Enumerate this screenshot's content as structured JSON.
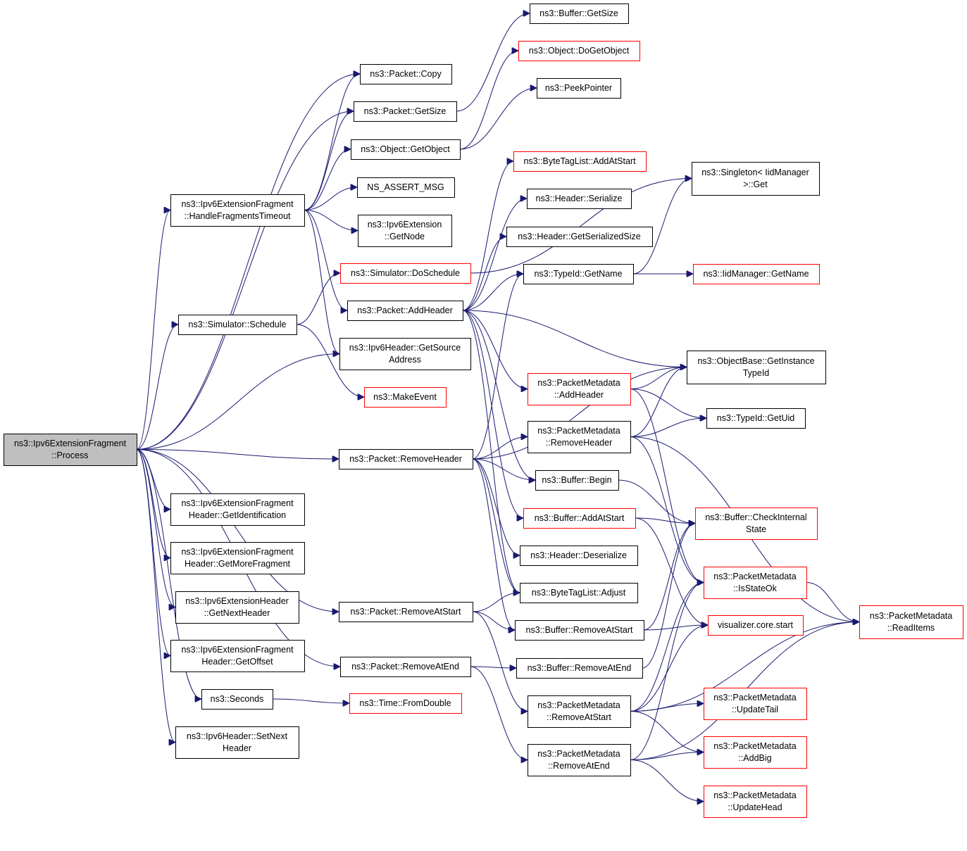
{
  "nodes": [
    {
      "id": "process",
      "lines": [
        "ns3::Ipv6ExtensionFragment",
        "::Process"
      ],
      "root": true
    },
    {
      "id": "buf_getsize",
      "lines": [
        "ns3::Buffer::GetSize"
      ]
    },
    {
      "id": "obj_dogetobject",
      "lines": [
        "ns3::Object::DoGetObject"
      ],
      "truncated": true
    },
    {
      "id": "pkt_copy",
      "lines": [
        "ns3::Packet::Copy"
      ]
    },
    {
      "id": "peekpointer",
      "lines": [
        "ns3::PeekPointer"
      ]
    },
    {
      "id": "pkt_getsize",
      "lines": [
        "ns3::Packet::GetSize"
      ]
    },
    {
      "id": "obj_getobject",
      "lines": [
        "ns3::Object::GetObject"
      ]
    },
    {
      "id": "btl_addatstart",
      "lines": [
        "ns3::ByteTagList::AddAtStart"
      ],
      "truncated": true
    },
    {
      "id": "singleton",
      "lines": [
        "ns3::Singleton< IidManager",
        ">::Get"
      ]
    },
    {
      "id": "assert",
      "lines": [
        "NS_ASSERT_MSG"
      ]
    },
    {
      "id": "hft",
      "lines": [
        "ns3::Ipv6ExtensionFragment",
        "::HandleFragmentsTimeout"
      ]
    },
    {
      "id": "hdr_serialize",
      "lines": [
        "ns3::Header::Serialize"
      ]
    },
    {
      "id": "ext_getnode",
      "lines": [
        "ns3::Ipv6Extension",
        "::GetNode"
      ]
    },
    {
      "id": "hdr_getsersize",
      "lines": [
        "ns3::Header::GetSerializedSize"
      ]
    },
    {
      "id": "sim_doschedule",
      "lines": [
        "ns3::Simulator::DoSchedule"
      ],
      "truncated": true
    },
    {
      "id": "typeid_getname",
      "lines": [
        "ns3::TypeId::GetName"
      ]
    },
    {
      "id": "iid_getname",
      "lines": [
        "ns3::IidManager::GetName"
      ],
      "truncated": true
    },
    {
      "id": "pkt_addheader",
      "lines": [
        "ns3::Packet::AddHeader"
      ]
    },
    {
      "id": "sim_schedule",
      "lines": [
        "ns3::Simulator::Schedule"
      ]
    },
    {
      "id": "ipv6h_getsrc",
      "lines": [
        "ns3::Ipv6Header::GetSource",
        "Address"
      ]
    },
    {
      "id": "objbase",
      "lines": [
        "ns3::ObjectBase::GetInstance",
        "TypeId"
      ]
    },
    {
      "id": "pm_addheader",
      "lines": [
        "ns3::PacketMetadata",
        "::AddHeader"
      ],
      "truncated": true
    },
    {
      "id": "makeevent",
      "lines": [
        "ns3::MakeEvent"
      ],
      "truncated": true
    },
    {
      "id": "typeid_getuid",
      "lines": [
        "ns3::TypeId::GetUid"
      ]
    },
    {
      "id": "pm_removeheader",
      "lines": [
        "ns3::PacketMetadata",
        "::RemoveHeader"
      ]
    },
    {
      "id": "pkt_removeheader",
      "lines": [
        "ns3::Packet::RemoveHeader"
      ]
    },
    {
      "id": "buf_begin",
      "lines": [
        "ns3::Buffer::Begin"
      ]
    },
    {
      "id": "frag_getid",
      "lines": [
        "ns3::Ipv6ExtensionFragment",
        "Header::GetIdentification"
      ]
    },
    {
      "id": "buf_addatstart",
      "lines": [
        "ns3::Buffer::AddAtStart"
      ],
      "truncated": true
    },
    {
      "id": "buf_checkinternal",
      "lines": [
        "ns3::Buffer::CheckInternal",
        "State"
      ],
      "truncated": true
    },
    {
      "id": "hdr_deserialize",
      "lines": [
        "ns3::Header::Deserialize"
      ]
    },
    {
      "id": "frag_getmore",
      "lines": [
        "ns3::Ipv6ExtensionFragment",
        "Header::GetMoreFragment"
      ]
    },
    {
      "id": "pm_isstateok",
      "lines": [
        "ns3::PacketMetadata",
        "::IsStateOk"
      ],
      "truncated": true
    },
    {
      "id": "btl_adjust",
      "lines": [
        "ns3::ByteTagList::Adjust"
      ]
    },
    {
      "id": "exthdr_getnext",
      "lines": [
        "ns3::Ipv6ExtensionHeader",
        "::GetNextHeader"
      ]
    },
    {
      "id": "pkt_removeatstart",
      "lines": [
        "ns3::Packet::RemoveAtStart"
      ]
    },
    {
      "id": "pm_readitems",
      "lines": [
        "ns3::PacketMetadata",
        "::ReadItems"
      ],
      "truncated": true
    },
    {
      "id": "buf_removeatstart",
      "lines": [
        "ns3::Buffer::RemoveAtStart"
      ]
    },
    {
      "id": "viz_start",
      "lines": [
        "visualizer.core.start"
      ],
      "truncated": true
    },
    {
      "id": "frag_getoffset",
      "lines": [
        "ns3::Ipv6ExtensionFragment",
        "Header::GetOffset"
      ]
    },
    {
      "id": "pkt_removeatend",
      "lines": [
        "ns3::Packet::RemoveAtEnd"
      ]
    },
    {
      "id": "buf_removeatend",
      "lines": [
        "ns3::Buffer::RemoveAtEnd"
      ]
    },
    {
      "id": "seconds",
      "lines": [
        "ns3::Seconds"
      ]
    },
    {
      "id": "time_fromdouble",
      "lines": [
        "ns3::Time::FromDouble"
      ],
      "truncated": true
    },
    {
      "id": "pm_removeatstart",
      "lines": [
        "ns3::PacketMetadata",
        "::RemoveAtStart"
      ]
    },
    {
      "id": "pm_updatetail",
      "lines": [
        "ns3::PacketMetadata",
        "::UpdateTail"
      ],
      "truncated": true
    },
    {
      "id": "ipv6h_setnext",
      "lines": [
        "ns3::Ipv6Header::SetNext",
        "Header"
      ]
    },
    {
      "id": "pm_addbig",
      "lines": [
        "ns3::PacketMetadata",
        "::AddBig"
      ],
      "truncated": true
    },
    {
      "id": "pm_removeatend",
      "lines": [
        "ns3::PacketMetadata",
        "::RemoveAtEnd"
      ]
    },
    {
      "id": "pm_updatehead",
      "lines": [
        "ns3::PacketMetadata",
        "::UpdateHead"
      ],
      "truncated": true
    }
  ],
  "edges": [
    [
      "process",
      "pkt_copy"
    ],
    [
      "process",
      "pkt_getsize"
    ],
    [
      "process",
      "hft"
    ],
    [
      "process",
      "sim_schedule"
    ],
    [
      "process",
      "ipv6h_getsrc"
    ],
    [
      "process",
      "pkt_removeheader"
    ],
    [
      "process",
      "frag_getid"
    ],
    [
      "process",
      "frag_getmore"
    ],
    [
      "process",
      "exthdr_getnext"
    ],
    [
      "process",
      "pkt_removeatstart"
    ],
    [
      "process",
      "frag_getoffset"
    ],
    [
      "process",
      "pkt_removeatend"
    ],
    [
      "process",
      "seconds"
    ],
    [
      "process",
      "ipv6h_setnext"
    ],
    [
      "hft",
      "pkt_copy"
    ],
    [
      "hft",
      "pkt_getsize"
    ],
    [
      "hft",
      "obj_getobject"
    ],
    [
      "hft",
      "assert"
    ],
    [
      "hft",
      "ext_getnode"
    ],
    [
      "hft",
      "pkt_addheader"
    ],
    [
      "hft",
      "ipv6h_getsrc"
    ],
    [
      "pkt_getsize",
      "buf_getsize"
    ],
    [
      "obj_getobject",
      "obj_dogetobject"
    ],
    [
      "obj_getobject",
      "peekpointer"
    ],
    [
      "sim_schedule",
      "sim_doschedule"
    ],
    [
      "sim_schedule",
      "makeevent"
    ],
    [
      "sim_doschedule",
      "singleton"
    ],
    [
      "pkt_addheader",
      "btl_addatstart"
    ],
    [
      "pkt_addheader",
      "hdr_serialize"
    ],
    [
      "pkt_addheader",
      "hdr_getsersize"
    ],
    [
      "pkt_addheader",
      "typeid_getname"
    ],
    [
      "pkt_addheader",
      "objbase"
    ],
    [
      "pkt_addheader",
      "pm_addheader"
    ],
    [
      "pkt_addheader",
      "buf_begin"
    ],
    [
      "pkt_addheader",
      "buf_addatstart"
    ],
    [
      "pkt_addheader",
      "btl_adjust"
    ],
    [
      "typeid_getname",
      "singleton"
    ],
    [
      "typeid_getname",
      "iid_getname"
    ],
    [
      "pm_addheader",
      "objbase"
    ],
    [
      "pm_addheader",
      "typeid_getuid"
    ],
    [
      "pm_addheader",
      "pm_isstateok"
    ],
    [
      "pkt_removeheader",
      "pm_removeheader"
    ],
    [
      "pkt_removeheader",
      "buf_begin"
    ],
    [
      "pkt_removeheader",
      "hdr_deserialize"
    ],
    [
      "pkt_removeheader",
      "btl_adjust"
    ],
    [
      "pkt_removeheader",
      "buf_removeatstart"
    ],
    [
      "pkt_removeheader",
      "typeid_getname"
    ],
    [
      "pkt_removeheader",
      "objbase"
    ],
    [
      "pm_removeheader",
      "objbase"
    ],
    [
      "pm_removeheader",
      "typeid_getuid"
    ],
    [
      "pm_removeheader",
      "pm_isstateok"
    ],
    [
      "pm_removeheader",
      "pm_readitems"
    ],
    [
      "buf_begin",
      "buf_checkinternal"
    ],
    [
      "buf_addatstart",
      "buf_checkinternal"
    ],
    [
      "buf_addatstart",
      "viz_start"
    ],
    [
      "pm_isstateok",
      "pm_readitems"
    ],
    [
      "pkt_removeatstart",
      "btl_adjust"
    ],
    [
      "pkt_removeatstart",
      "buf_removeatstart"
    ],
    [
      "pkt_removeatstart",
      "pm_removeatstart"
    ],
    [
      "buf_removeatstart",
      "buf_checkinternal"
    ],
    [
      "buf_removeatstart",
      "viz_start"
    ],
    [
      "pkt_removeatend",
      "buf_removeatend"
    ],
    [
      "pkt_removeatend",
      "pm_removeatend"
    ],
    [
      "buf_removeatend",
      "buf_checkinternal"
    ],
    [
      "seconds",
      "time_fromdouble"
    ],
    [
      "pm_removeatstart",
      "pm_updatetail"
    ],
    [
      "pm_removeatstart",
      "pm_addbig"
    ],
    [
      "pm_removeatstart",
      "pm_readitems"
    ],
    [
      "pm_removeatstart",
      "pm_isstateok"
    ],
    [
      "pm_removeatstart",
      "viz_start"
    ],
    [
      "pm_removeatend",
      "pm_addbig"
    ],
    [
      "pm_removeatend",
      "pm_updatehead"
    ],
    [
      "pm_removeatend",
      "pm_readitems"
    ],
    [
      "pm_removeatend",
      "pm_isstateok"
    ]
  ],
  "colors": {
    "edge": "#191970",
    "truncated_border": "#ff0000",
    "root_fill": "#bfbfbf"
  }
}
